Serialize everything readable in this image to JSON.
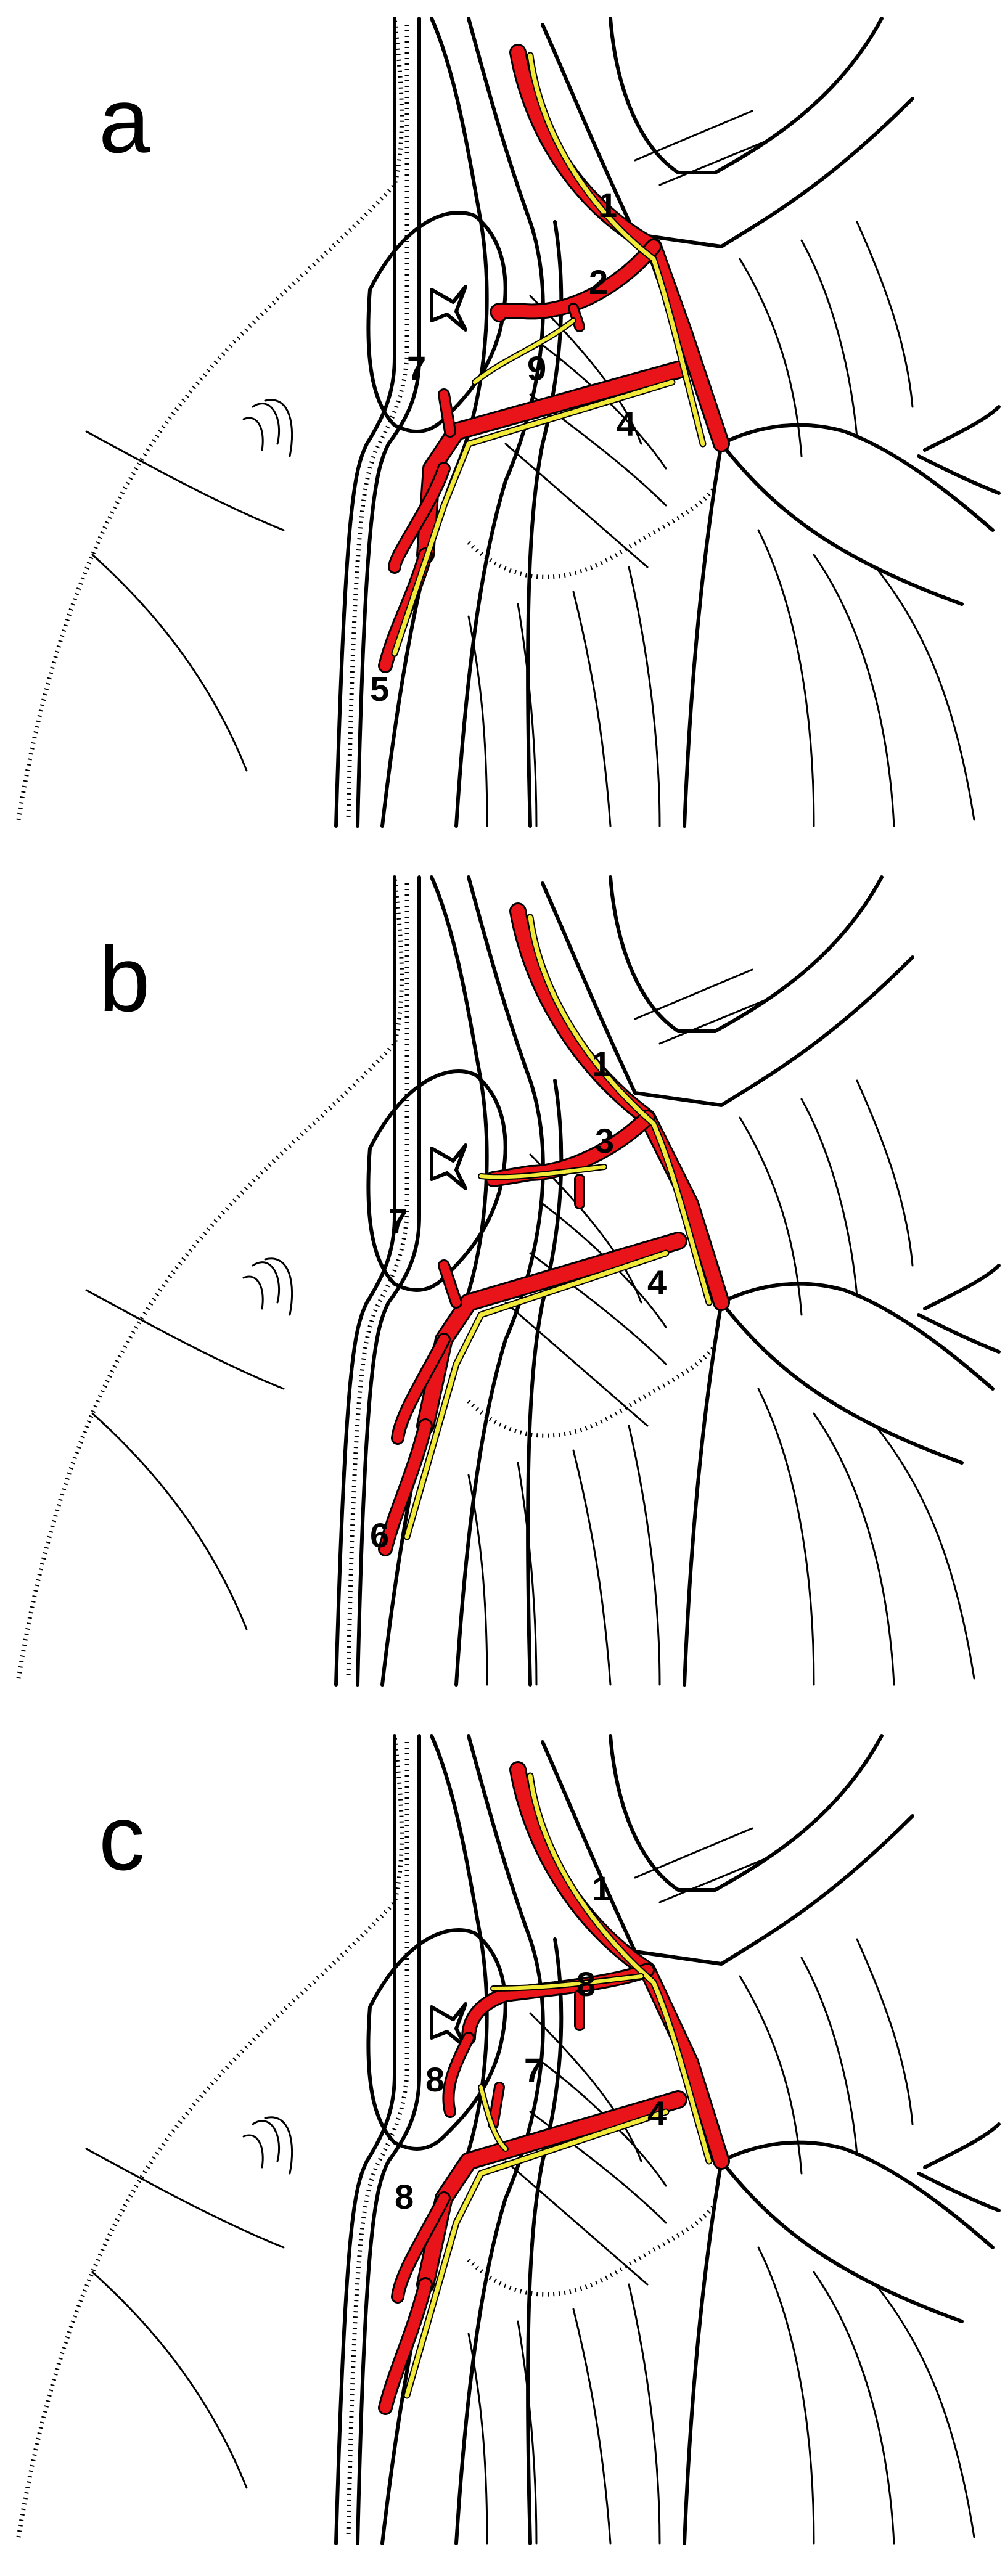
{
  "panels": [
    {
      "letter": "a",
      "labels": [
        "1",
        "2",
        "9",
        "7",
        "4",
        "5"
      ]
    },
    {
      "letter": "b",
      "labels": [
        "1",
        "3",
        "7",
        "4",
        "6"
      ]
    },
    {
      "letter": "c",
      "labels": [
        "1",
        "8",
        "8",
        "7",
        "4",
        "8"
      ]
    }
  ],
  "colors": {
    "artery": "#e8141a",
    "nerve": "#f2ea3a",
    "outline": "#000000"
  }
}
